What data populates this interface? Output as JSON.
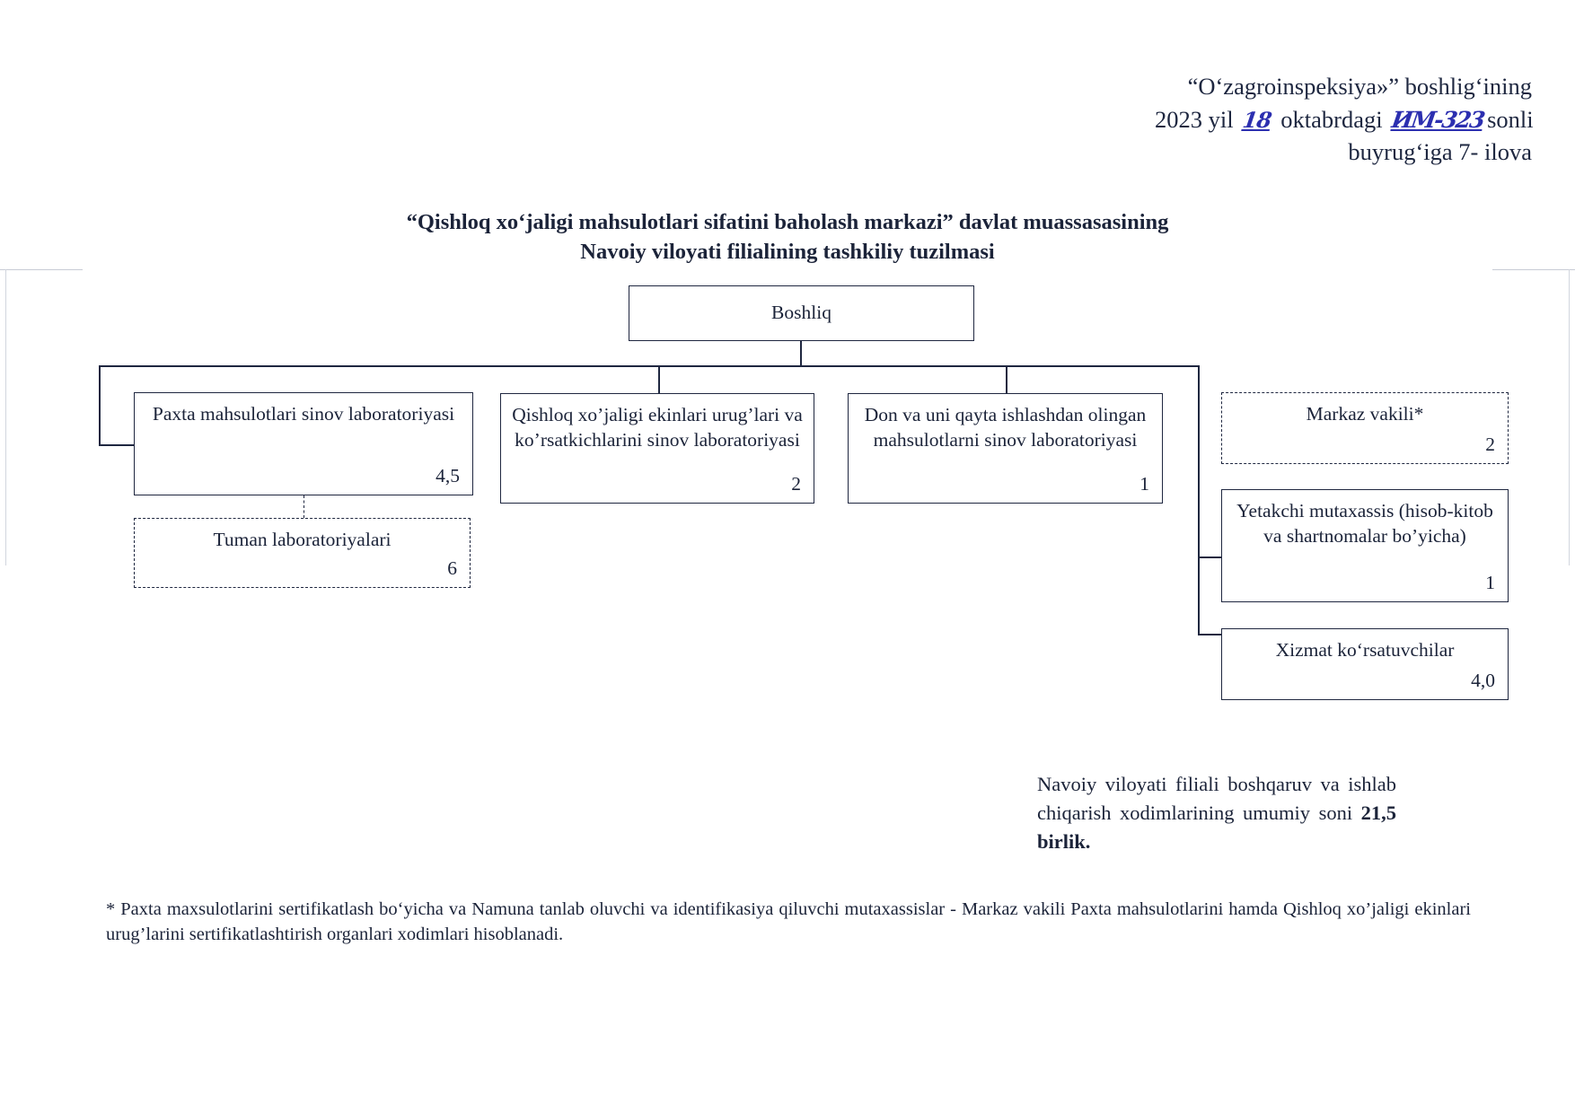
{
  "header": {
    "line1": "“O‘zagroinspeksiya»” boshlig‘ining",
    "line2_pre": "2023 yil",
    "line2_handwritten_day": "18",
    "line2_mid": "oktabrdagi",
    "line2_handwritten_code": "ИМ-323",
    "line2_post": "sonli",
    "line3": "buyrug‘iga 7- ilova"
  },
  "title": {
    "line1": "“Qishloq xo‘jaligi mahsulotlari sifatini baholash markazi” davlat muassasasining",
    "line2": "Navoiy viloyati filialining tashkiliy tuzilmasi"
  },
  "chart_data": {
    "type": "diagram",
    "root": {
      "label": "Boshliq",
      "count": ""
    },
    "nodes": [
      {
        "id": "paxta",
        "label": "Paxta mahsulotlari sinov laboratoriyasi",
        "count": "4,5",
        "style": "solid"
      },
      {
        "id": "tuman",
        "label": "Tuman laboratoriyalari",
        "count": "6",
        "style": "dashed"
      },
      {
        "id": "urug",
        "label": "Qishloq xo’jaligi ekinlari urug’lari va ko’rsatkichlarini sinov laboratoriyasi",
        "count": "2",
        "style": "solid"
      },
      {
        "id": "don",
        "label": "Don va uni qayta ishlashdan olingan mahsulotlarni sinov laboratoriyasi",
        "count": "1",
        "style": "solid"
      },
      {
        "id": "markaz",
        "label": "Markaz vakili*",
        "count": "2",
        "style": "dashed"
      },
      {
        "id": "yetakchi",
        "label": "Yetakchi mutaxassis (hisob-kitob va shartnomalar bo’yicha)",
        "count": "1",
        "style": "solid"
      },
      {
        "id": "xizmat",
        "label": "Xizmat ko‘rsatuvchilar",
        "count": "4,0",
        "style": "solid"
      }
    ]
  },
  "summary": {
    "text_pre": "Navoiy viloyati filiali boshqaruv va ishlab chiqarish xodimlarining umumiy soni",
    "total": "21,5",
    "unit": "birlik."
  },
  "footnote": {
    "text": "* Paxta maxsulotlarini sertifikatlash bo‘yicha va Namuna tanlab oluvchi va identifikasiya qiluvchi mutaxassislar - Markaz vakili Paxta mahsulotlarini hamda Qishloq xo’jaligi ekinlari urug’larini sertifikatlashtirish organlari xodimlari hisoblanadi."
  }
}
